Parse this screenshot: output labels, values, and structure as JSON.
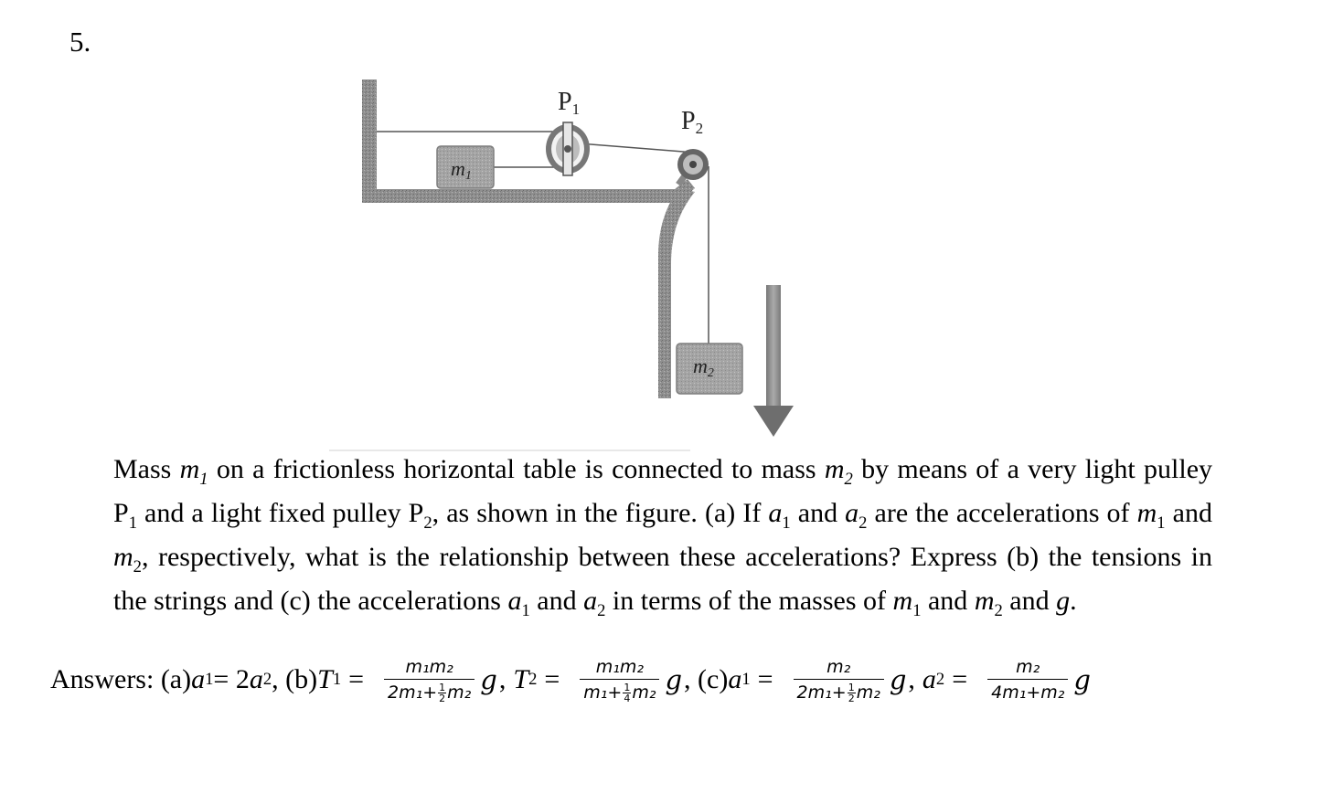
{
  "problem": {
    "number": "5."
  },
  "figure": {
    "label_m1": "m",
    "label_m1_sub": "1",
    "label_p1": "P",
    "label_p1_sub": "1",
    "label_p2": "P",
    "label_p2_sub": "2",
    "label_m2": "m",
    "label_m2_sub": "2",
    "colors": {
      "table": "#8a8a8a",
      "block": "#9a9a9a",
      "arrow": "#6e6e6e",
      "string": "#555555"
    }
  },
  "text": {
    "s1": "Mass ",
    "v_m1": "m",
    "v_m1_sub": "1",
    "s2": " on a frictionless horizontal table is connected to mass ",
    "v_m2": "m",
    "v_m2_sub": "2",
    "s3": " by means of a very light pulley P",
    "s3_sub": "1",
    "s4": " and a light fixed pulley P",
    "s4_sub": "2",
    "s5": ", as shown in the figure.  (a) If ",
    "v_a1": "a",
    "v_a1_sub": "1",
    "s6": " and ",
    "v_a2": "a",
    "v_a2_sub": "2",
    "s7": " are the accelerations of ",
    "s8": " and ",
    "s9": ", respectively, what is the relationship between these accelerations? Express (b) the tensions in the strings and (c) the accelerations ",
    "s10": " and ",
    "s11": " in terms of the masses of ",
    "s12": " and ",
    "s13": " and ",
    "v_g": "g",
    "s14": "."
  },
  "answers": {
    "label": "Answers: (a) ",
    "a_rel": "a",
    "a_rel_sub": "1",
    "eq1": " = 2",
    "a2": "a",
    "a2_sub": "2",
    "part_b": " , (b) ",
    "T1": "T",
    "T1_sub": "1",
    "equals": "=",
    "f1_num": "m₁m₂",
    "f1_den_a": "2m₁+",
    "f1_den_frac_n": "1",
    "f1_den_frac_d": "2",
    "f1_den_b": "m₂",
    "g": "g",
    "comma": ",",
    "T2": "T",
    "T2_sub": "2",
    "f2_num": "m₁m₂",
    "f2_den_a": "m₁+",
    "f2_den_frac_n": "1",
    "f2_den_frac_d": "4",
    "f2_den_b": "m₂",
    "part_c": ", (c) ",
    "a1c": "a",
    "a1c_sub": "1",
    "f3_num": "m₂",
    "f3_den_a": "2m₁+",
    "f3_den_frac_n": "1",
    "f3_den_frac_d": "2",
    "f3_den_b": "m₂",
    "a2c": "a",
    "a2c_sub": "2",
    "f4_num": "m₂",
    "f4_den": "4m₁+m₂"
  }
}
